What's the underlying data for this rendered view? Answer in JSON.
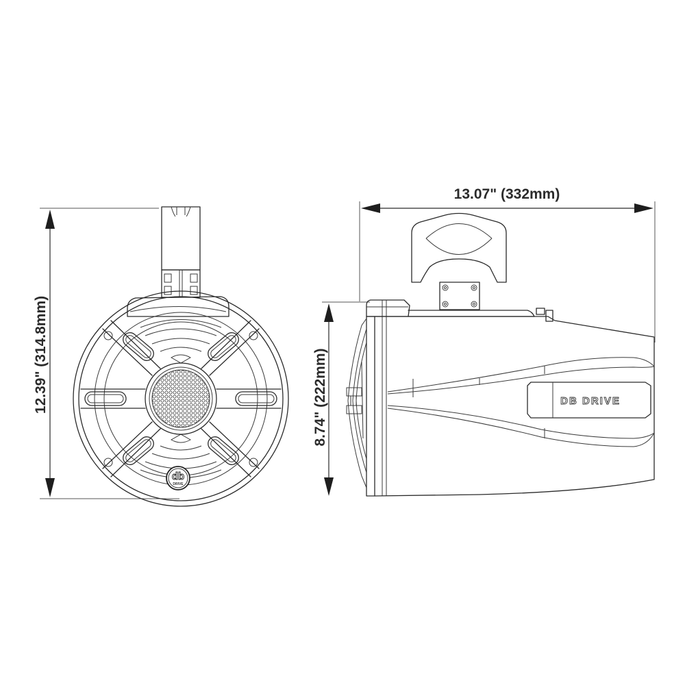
{
  "drawing": {
    "subject": "DB Drive wakeboard tower speaker",
    "line_color": "#2a2a2a",
    "background": "#ffffff"
  },
  "front_view": {
    "height_dimension": "12.39\" (314.8mm)"
  },
  "side_view": {
    "length_dimension": "13.07\" (332mm)",
    "diameter_dimension": "8.74\" (222mm)",
    "brand_badge": "DB DRIVE"
  },
  "logo": {
    "mark": "db",
    "caption": "DRIVE"
  }
}
